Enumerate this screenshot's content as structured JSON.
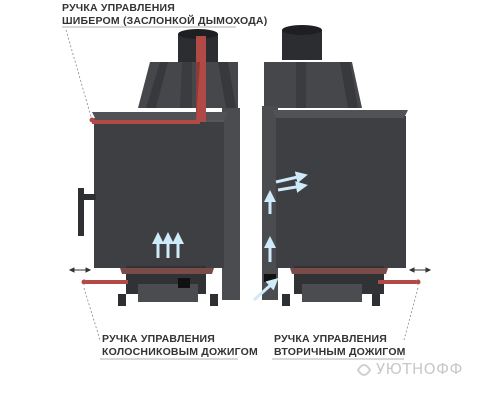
{
  "callouts": {
    "damper_line1": "РУЧКА УПРАВЛЕНИЯ",
    "damper_line2": "ШИБЕРОМ (ЗАСЛОНКОЙ ДЫМОХОДА)",
    "grate_line1": "РУЧКА УПРАВЛЕНИЯ",
    "grate_line2": "КОЛОСНИКОВЫМ ДОЖИГОМ",
    "secondary_line1": "РУЧКА УПРАВЛЕНИЯ",
    "secondary_line2": "ВТОРИЧНЫМ ДОЖИГОМ"
  },
  "watermark": "УЮТНОФФ",
  "colors": {
    "body": "#3d3f43",
    "body_dark": "#2c2e31",
    "body_light": "#56585c",
    "accent": "#b14a47",
    "airflow": "#bfe3f6",
    "leader": "#777777"
  }
}
